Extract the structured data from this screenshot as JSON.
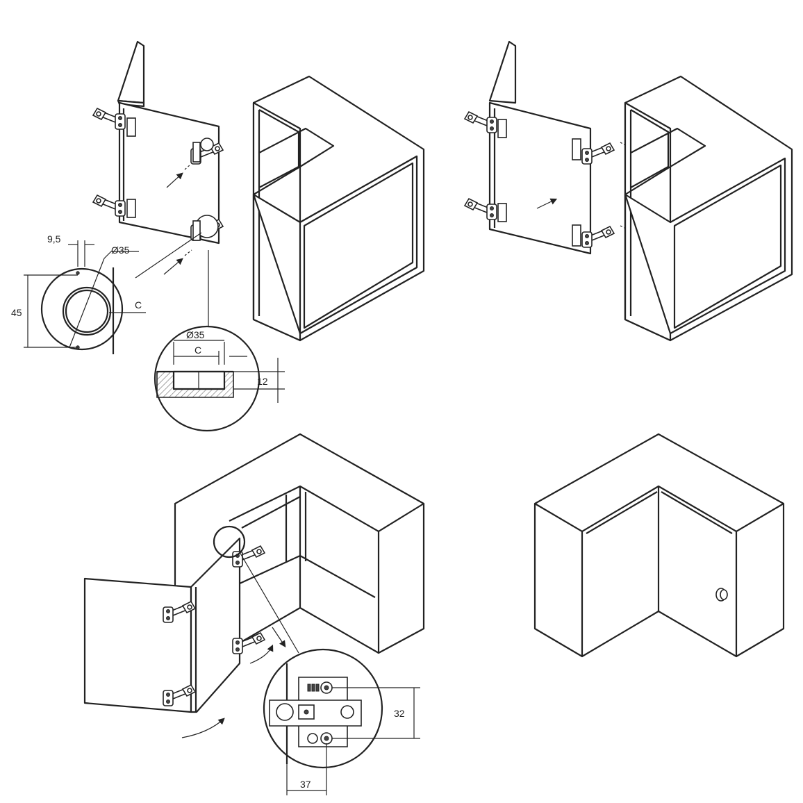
{
  "dimensions": {
    "hole_offset": "9,5",
    "cup_diameter_top": "Ø35",
    "edge_distance_top": "C",
    "hole_spacing": "45",
    "cup_diameter_section": "Ø35",
    "edge_distance_section": "C",
    "cup_depth": "12",
    "plate_spacing": "32",
    "plate_offset": "37"
  },
  "colors": {
    "line": "#222222",
    "background": "#ffffff",
    "hatch": "#888888"
  },
  "icons": [
    "hinge-icon",
    "arrow-icon",
    "detail-magnifier"
  ]
}
